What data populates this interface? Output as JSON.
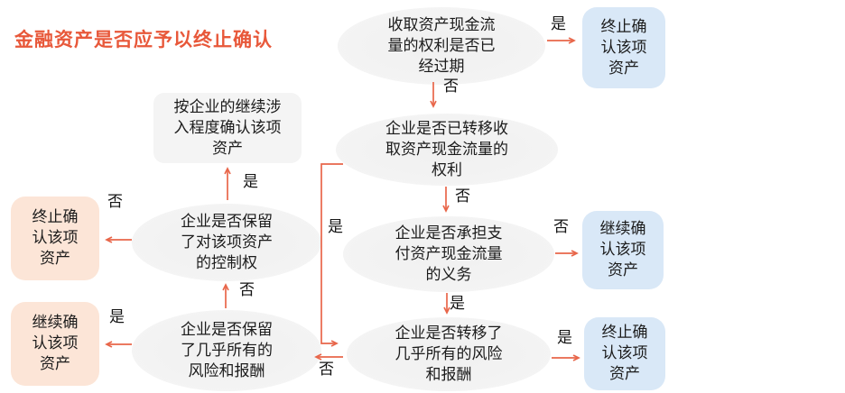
{
  "title": {
    "text": "金融资产是否应予以终止确认"
  },
  "colors": {
    "title": "#e8583a",
    "arrow": "#e8664a",
    "question_fill": "#f3f3f3",
    "blue_result_fill": "#d9e8f7",
    "orange_result_fill": "#fce5d7",
    "node_text": "#1b1b1b"
  },
  "nodes": {
    "q_expired": {
      "text": "收取资产现金流\n量的权利是否已\n经过期"
    },
    "r_derecognize_top": {
      "text": "终止确\n认该项\n资产"
    },
    "r_continuing_involvement": {
      "text": "按企业的继续涉\n入程度确认该项\n资产"
    },
    "q_transferred_rights": {
      "text": "企业是否已转移收\n取资产现金流量的\n权利"
    },
    "q_retained_control": {
      "text": "企业是否保留\n了对该项资产\n的控制权"
    },
    "r_derecognize_left": {
      "text": "终止确\n认该项\n资产"
    },
    "q_obligation_pay": {
      "text": "企业是否承担支\n付资产现金流量\n的义务"
    },
    "r_continue_right": {
      "text": "继续确\n认该项\n资产"
    },
    "q_retained_risks": {
      "text": "企业是否保留\n了几乎所有的\n风险和报酬"
    },
    "q_transferred_risks": {
      "text": "企业是否转移了\n几乎所有的风险\n和报酬"
    },
    "r_derecognize_bottom": {
      "text": "终止确\n认该项\n资产"
    },
    "r_continue_left": {
      "text": "继续确\n认该项\n资产"
    }
  },
  "edge_labels": {
    "expired_yes": "是",
    "expired_no": "否",
    "rights_no": "否",
    "rights_yes": "是",
    "risks_transfer_no": "否",
    "obligation_no": "否",
    "obligation_yes": "是",
    "risks_transfer_yes": "是",
    "retained_risks_no": "否",
    "control_yes": "是",
    "control_no": "否",
    "retained_risks_yes": "是"
  }
}
